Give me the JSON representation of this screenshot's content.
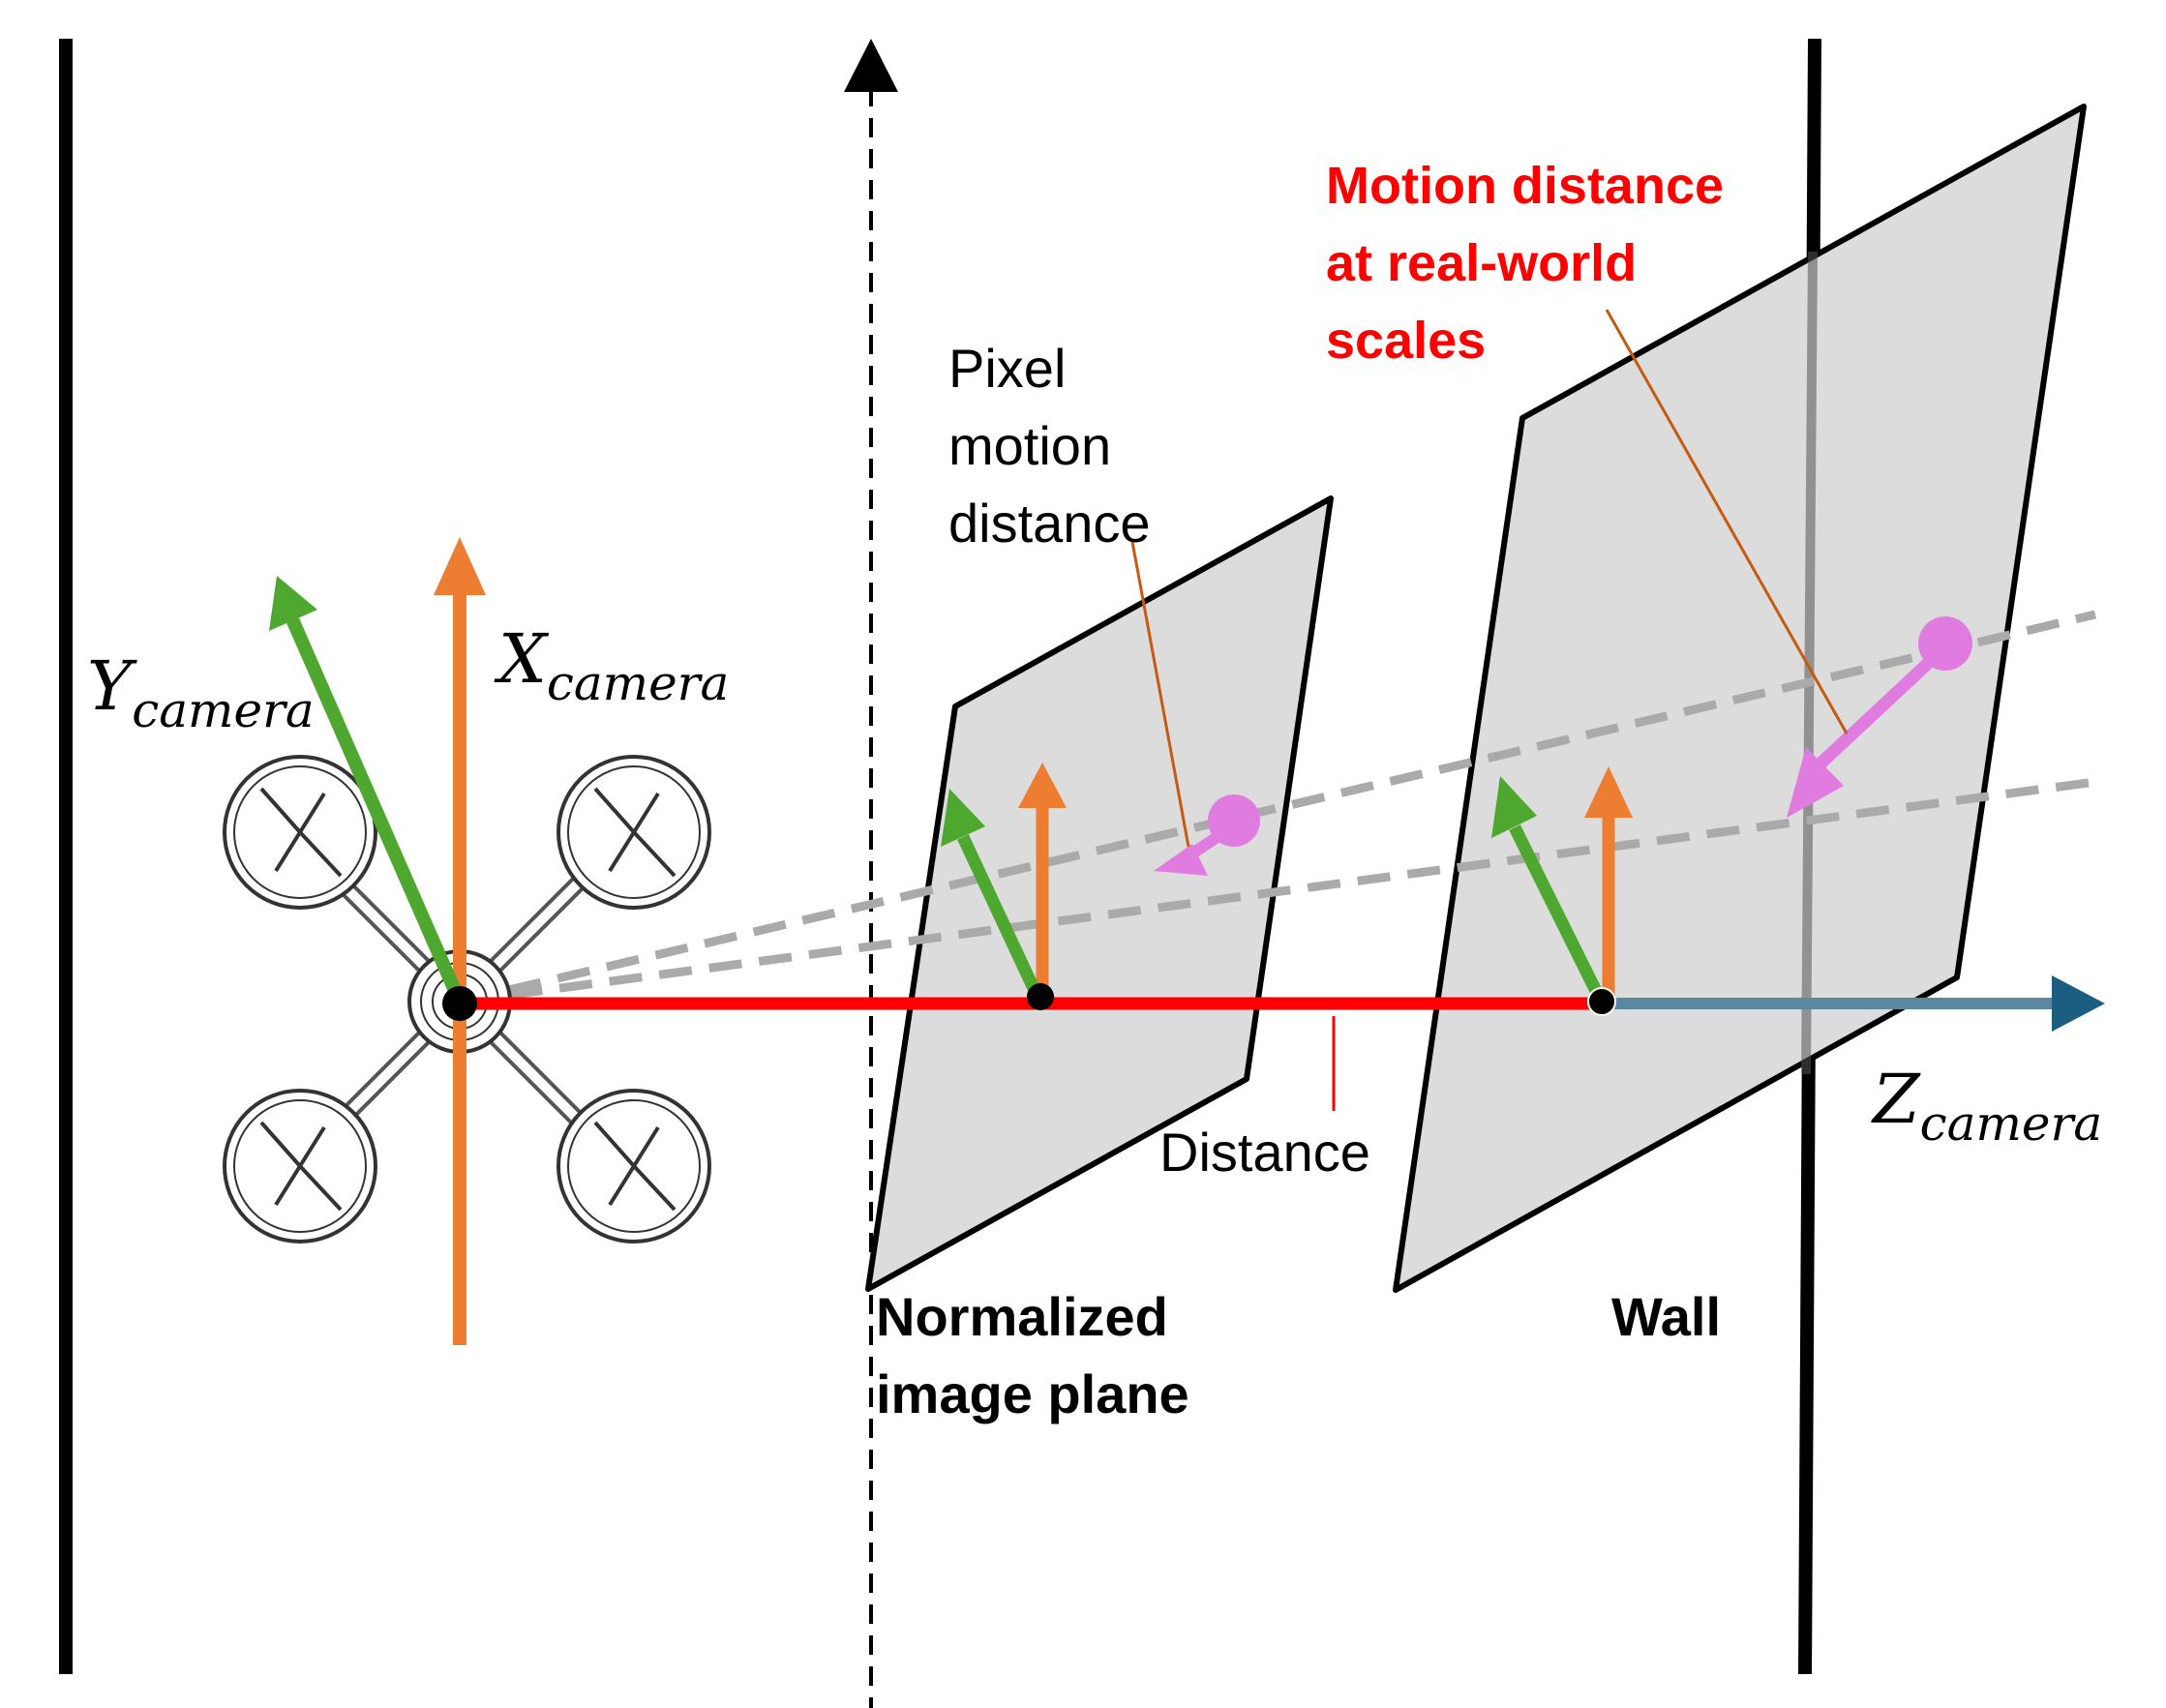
{
  "colors": {
    "orange": "#ED7D31",
    "green": "#4EA72E",
    "red": "#FF0000",
    "blue": "#1B5E82",
    "pink": "#E07BE0",
    "plane_fill": "#DCDCDC",
    "guide_gray": "#AAAAAA",
    "leader_brown": "#C55A11"
  },
  "axes": {
    "y_base": "Y",
    "y_sub": "camera",
    "x_base": "X",
    "x_sub": "camera",
    "z_base": "Z",
    "z_sub": "camera"
  },
  "labels": {
    "pixel_motion": [
      "Pixel",
      "motion",
      "distance"
    ],
    "motion_real": [
      "Motion distance",
      "at real-world",
      "scales"
    ],
    "distance": "Distance",
    "normalized_plane": [
      "Normalized",
      "image plane"
    ],
    "wall": "Wall"
  },
  "icons": {
    "drone": "quadcopter-icon"
  }
}
